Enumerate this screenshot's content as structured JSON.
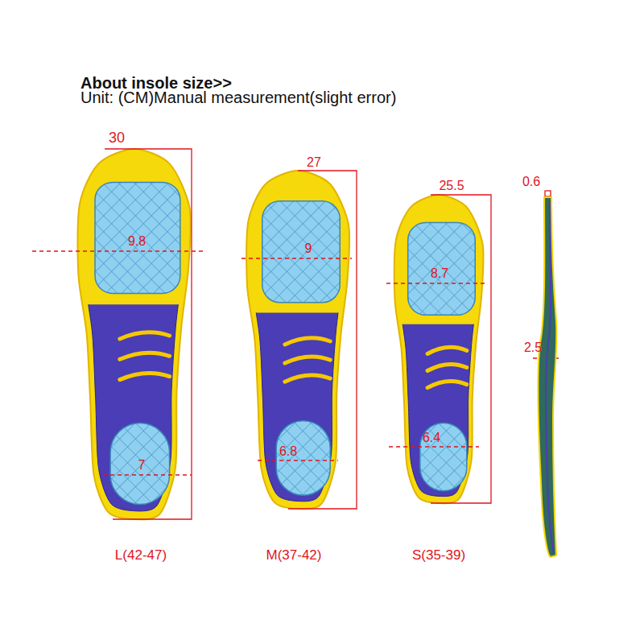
{
  "diagram": {
    "title": "About insole size>>",
    "labels": [
      "Unit: (CM)Manual measurement(slight error)",
      "30",
      "9.8",
      "7",
      "27",
      "9",
      "6.8",
      "25.5",
      "8.7",
      "6.4",
      "0.6",
      "2.5",
      "L(42-47)",
      "M(37-42)",
      "S(35-39)"
    ]
  }
}
